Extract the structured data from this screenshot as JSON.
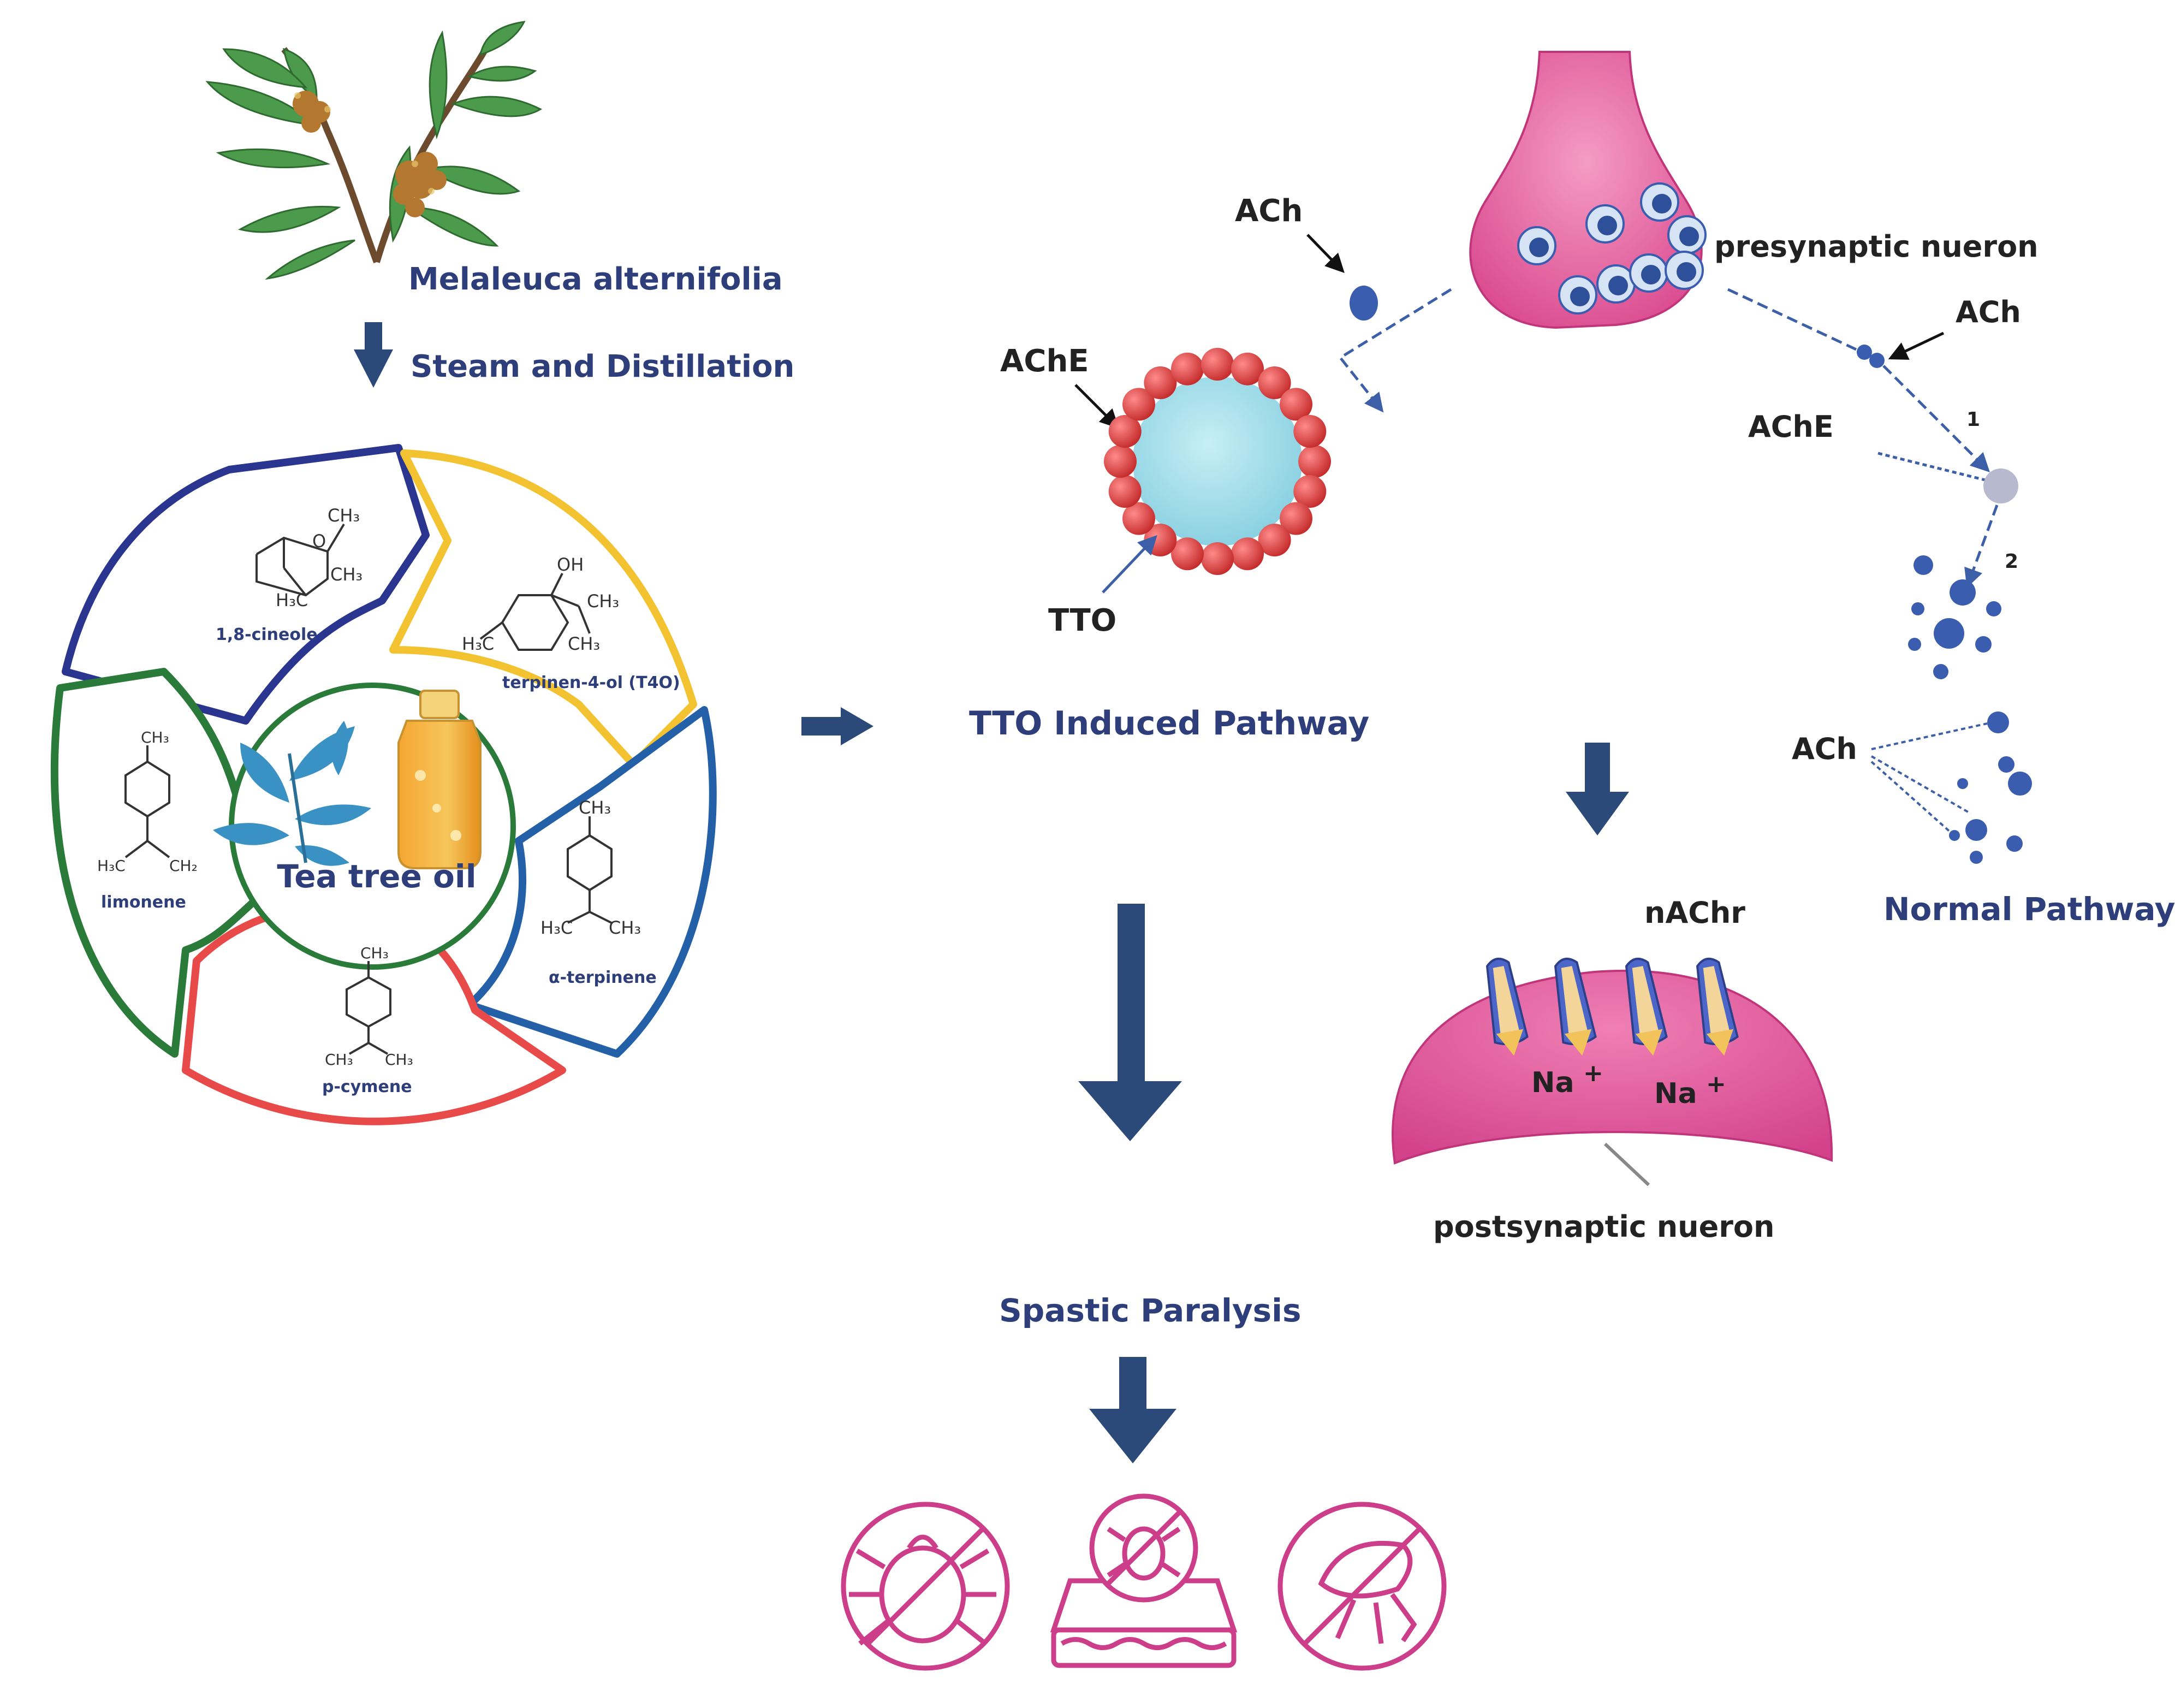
{
  "plant_label": "Melaleuca alternifolia",
  "process_label": "Steam and Distillation",
  "center_label": "Tea tree oil",
  "compounds": [
    {
      "name": "1,8-cineole",
      "color": "#2a3590"
    },
    {
      "name": "terpinen-4-ol (T4O)",
      "color": "#f2c230"
    },
    {
      "name": "α-terpinene",
      "color": "#2360a8"
    },
    {
      "name": "p-cymene",
      "color": "#e84a4a"
    },
    {
      "name": "limonene",
      "color": "#2a7a3a"
    }
  ],
  "chem_labels": {
    "cineole_ch3_top": "CH₃",
    "cineole_o": "O",
    "cineole_ch3_right": "CH₃",
    "cineole_h3c": "H₃C",
    "t4o_oh": "OH",
    "t4o_ch3_right": "CH₃",
    "t4o_h3c": "H₃C",
    "t4o_ch3_bottom": "CH₃",
    "aterp_ch3_top": "CH₃",
    "aterp_h3c": "H₃C",
    "aterp_ch3": "CH₃",
    "pcym_ch3_top": "CH₃",
    "pcym_ch3_left": "CH₃",
    "pcym_ch3_right": "CH₃",
    "limo_ch3_top": "CH₃",
    "limo_h3c": "H₃C",
    "limo_ch2": "CH₂"
  },
  "tto_pathway": {
    "title": "TTO Induced Pathway",
    "ach": "ACh",
    "ache": "AChE",
    "tto": "TTO"
  },
  "normal_pathway": {
    "title": "Normal Pathway",
    "presynaptic": "presynaptic nueron",
    "ach_top": "ACh",
    "ache": "AChE",
    "step1": "1",
    "step2": "2",
    "ach_bottom": "ACh"
  },
  "postsynaptic": {
    "receptor": "nAChr",
    "na_left": "Na",
    "na_right": "Na",
    "plus": "+",
    "label": "postsynaptic nueron"
  },
  "outcome": {
    "title": "Spastic Paralysis",
    "icons": [
      "no-mite-icon",
      "no-bed-mite-icon",
      "no-flea-icon"
    ]
  },
  "colors": {
    "navy": "#2d3e7a",
    "arrow": "#2b4a7a",
    "neuron": "#e0639d",
    "magenta": "#cc3d8a",
    "vesicle": "#3b5db0",
    "tto_core": "#9edbe6",
    "ache_dot": "#d63a3a"
  }
}
